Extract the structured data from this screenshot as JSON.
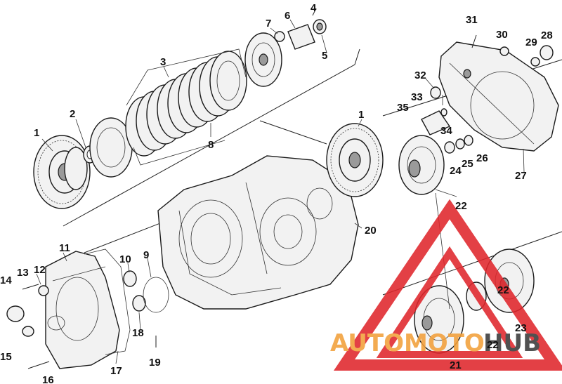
{
  "diagram": {
    "callouts": {
      "c1a": "1",
      "c1b": "1",
      "c2": "2",
      "c3": "3",
      "c4": "4",
      "c5": "5",
      "c6": "6",
      "c7": "7",
      "c8": "8",
      "c9": "9",
      "c10": "10",
      "c11": "11",
      "c12": "12",
      "c13": "13",
      "c14": "14",
      "c15": "15",
      "c16": "16",
      "c17": "17",
      "c18": "18",
      "c19": "19",
      "c20": "20",
      "c21": "21",
      "c22a": "22",
      "c22b": "22",
      "c22c": "22",
      "c23": "23",
      "c24": "24",
      "c25": "25",
      "c26": "26",
      "c27": "27",
      "c28": "28",
      "c29": "29",
      "c30": "30",
      "c31": "31",
      "c32": "32",
      "c33": "33",
      "c34": "34",
      "c35": "35"
    }
  },
  "watermark": {
    "brand_part1": "AUTOMOTO",
    "brand_part2": "HUB",
    "color_primary": "#e0262c",
    "color_secondary": "#f2a03a",
    "color_dark": "#3a3a3a"
  }
}
